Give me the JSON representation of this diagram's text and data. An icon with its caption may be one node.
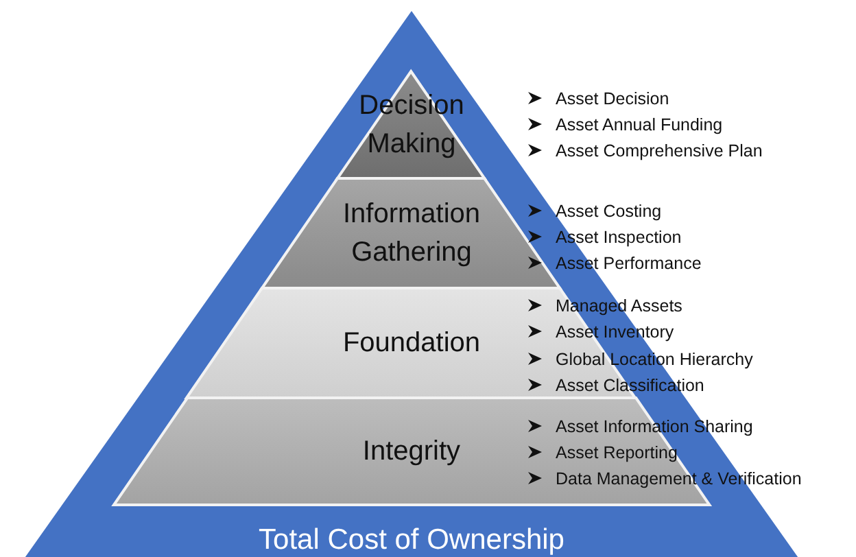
{
  "diagram": {
    "nodes": [
      {
        "text": [
          "Total Cost of Ownership"
        ]
      },
      {
        "text": [
          "Decision Making"
        ],
        "in": 0
      },
      {
        "text": [
          "Information Gathering"
        ],
        "in": 0
      },
      {
        "text": [
          "Foundation"
        ],
        "in": 0
      },
      {
        "text": [
          "Integrity"
        ],
        "in": 0
      }
    ],
    "edges": [],
    "labels": [
      "Asset Decision",
      "Asset Annual Funding",
      "Asset Comprehensive Plan",
      "Asset Costing",
      "Asset Inspection",
      "Asset Performance",
      "Managed Assets",
      "Asset Inventory",
      "Global Location Hierarchy",
      "Asset Classification",
      "Asset Information Sharing",
      "Asset Reporting",
      "Data Management & Verification"
    ]
  }
}
